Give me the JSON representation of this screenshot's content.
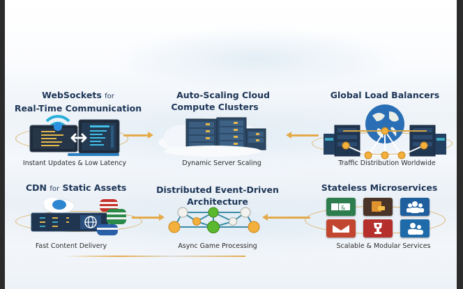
{
  "diagram": {
    "nodes": [
      {
        "id": "websockets",
        "title_line1": "WebSockets",
        "title_line1_small": "for",
        "title_line2": "Real-Time Communication",
        "caption": "Instant Updates & Low Latency",
        "icon": "laptops-wifi-sync-icon"
      },
      {
        "id": "autoscaling",
        "title_line1": "Auto-Scaling Cloud",
        "title_line2": "Compute Clusters",
        "caption": "Dynamic Server Scaling",
        "icon": "cloud-server-rack-icon"
      },
      {
        "id": "loadbalancers",
        "title_line1": "Global Load Balancers",
        "caption": "Traffic Distribution Worldwide",
        "icon": "globe-servers-network-icon"
      },
      {
        "id": "cdn",
        "title_line1": "CDN",
        "title_line1_small": "for",
        "title_line1_rest": "Static Assets",
        "caption": "Fast Content Delivery",
        "icon": "cloud-cdn-server-chips-icon"
      },
      {
        "id": "eventdriven",
        "title_line1": "Distributed Event-Driven",
        "title_line2": "Architecture",
        "caption": "Async Game Processing",
        "icon": "node-graph-icon"
      },
      {
        "id": "microservices",
        "title_line1": "Stateless Microservices",
        "caption": "Scalable & Modular Services",
        "icon": "service-tiles-icon"
      }
    ],
    "edges": [
      {
        "from": "websockets",
        "to": "autoscaling",
        "direction": "right"
      },
      {
        "from": "loadbalancers",
        "to": "autoscaling",
        "direction": "left"
      },
      {
        "from": "cdn",
        "to": "eventdriven",
        "direction": "right"
      },
      {
        "from": "microservices",
        "to": "eventdriven",
        "direction": "left"
      }
    ],
    "microservice_tiles": [
      {
        "name": "payments-tile",
        "color": "#2e7d4f",
        "icon": "money-icon"
      },
      {
        "name": "inventory-tile",
        "color": "#4a3428",
        "icon": "wallet-card-icon"
      },
      {
        "name": "group-tile",
        "color": "#1f5f9e",
        "icon": "users-group-icon"
      },
      {
        "name": "mail-tile",
        "color": "#c2462f",
        "icon": "mail-icon"
      },
      {
        "name": "trophy-tile",
        "color": "#b5302c",
        "icon": "trophy-icon"
      },
      {
        "name": "users-tile",
        "color": "#1f6aa8",
        "icon": "users-pair-icon"
      }
    ],
    "colors": {
      "title": "#1d3557",
      "arrow": "#e4aa4a",
      "ring": "#d9b26a",
      "node_green": "#5bb82e",
      "node_orange": "#f4b03c",
      "node_white": "#f2f2ee",
      "edge_teal": "#3d8ca5"
    }
  }
}
